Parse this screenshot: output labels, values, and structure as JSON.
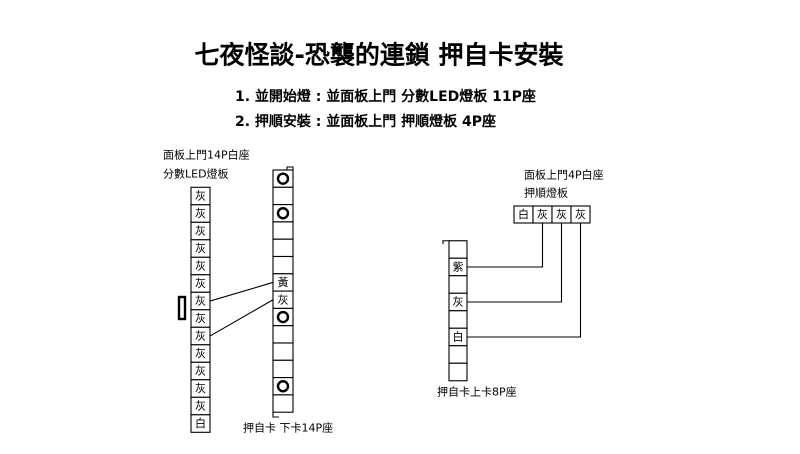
{
  "title": "七夜怪談-恐襲的連鎖 押自卡安裝",
  "steps": [
    "1. 並開始燈 : 並面板上門 分數LED燈板 11P座",
    "2. 押順安裝 : 並面板上門 押順燈板 4P座"
  ],
  "connectors": {
    "panel_14p": {
      "labels": [
        "面板上門14P白座",
        "分數LED燈板"
      ],
      "pins": [
        {
          "label": "灰"
        },
        {
          "label": "灰"
        },
        {
          "label": "灰"
        },
        {
          "label": "灰"
        },
        {
          "label": "灰"
        },
        {
          "label": "灰"
        },
        {
          "label": "灰"
        },
        {
          "label": "灰"
        },
        {
          "label": "灰"
        },
        {
          "label": "灰"
        },
        {
          "label": "灰"
        },
        {
          "label": "灰"
        },
        {
          "label": "灰"
        },
        {
          "label": "白"
        }
      ]
    },
    "card_lower_14p": {
      "label": "押自卡 下卡14P座",
      "pins": [
        {
          "marker": "circle-marker-icon"
        },
        {},
        {
          "marker": "circle-marker-icon"
        },
        {},
        {},
        {},
        {
          "label": "黃"
        },
        {
          "label": "灰"
        },
        {
          "marker": "circle-marker-icon"
        },
        {},
        {},
        {},
        {
          "marker": "circle-marker-icon"
        },
        {}
      ]
    },
    "panel_4p": {
      "labels": [
        "面板上門4P白座",
        "押順燈板"
      ],
      "pins": [
        {
          "label": "白"
        },
        {
          "label": "灰"
        },
        {
          "label": "灰"
        },
        {
          "label": "灰"
        }
      ]
    },
    "card_upper_8p": {
      "label": "押自卡上卡8P座",
      "pins": [
        {},
        {
          "label": "紫"
        },
        {},
        {
          "label": "灰"
        },
        {},
        {
          "label": "白"
        },
        {},
        {}
      ]
    }
  },
  "wires": {
    "score_led": [
      [
        7,
        7
      ],
      [
        9,
        8
      ]
    ],
    "sequence": [
      [
        2,
        2
      ],
      [
        4,
        3
      ],
      [
        6,
        4
      ]
    ]
  }
}
